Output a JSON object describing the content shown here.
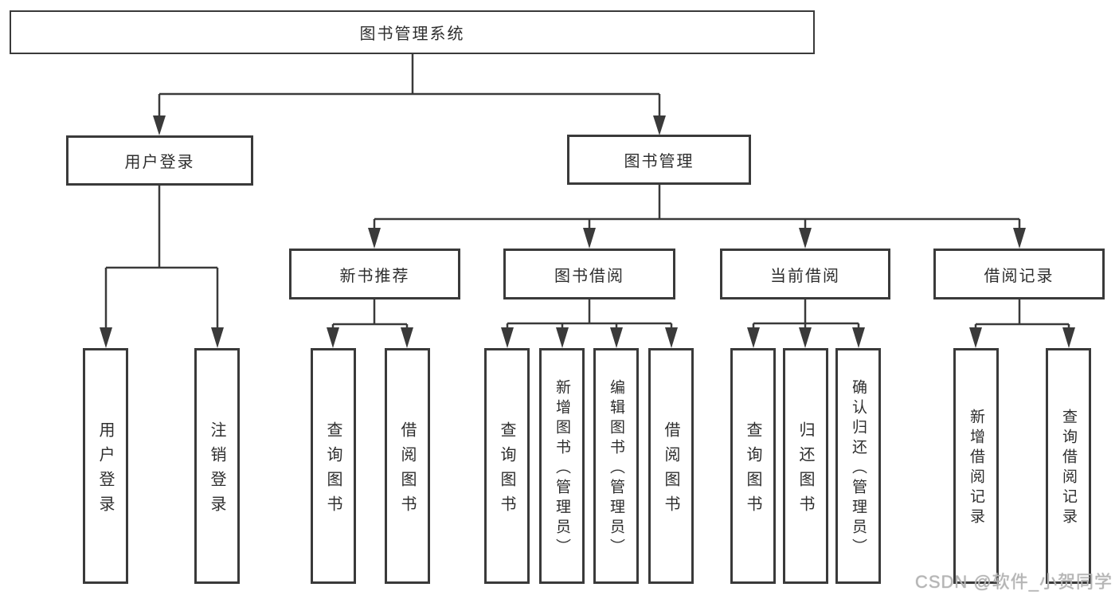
{
  "tree": {
    "root": {
      "label": "图书管理系统"
    },
    "children": [
      {
        "label": "用户登录",
        "children": [
          {
            "label": "用户登录"
          },
          {
            "label": "注销登录"
          }
        ]
      },
      {
        "label": "图书管理",
        "children": [
          {
            "label": "新书推荐",
            "children": [
              {
                "label": "查询图书"
              },
              {
                "label": "借阅图书"
              }
            ]
          },
          {
            "label": "图书借阅",
            "children": [
              {
                "label": "查询图书"
              },
              {
                "label": "新增图书（管理员）"
              },
              {
                "label": "编辑图书（管理员）"
              },
              {
                "label": "借阅图书"
              }
            ]
          },
          {
            "label": "当前借阅",
            "children": [
              {
                "label": "查询图书"
              },
              {
                "label": "归还图书"
              },
              {
                "label": "确认归还（管理员）"
              }
            ]
          },
          {
            "label": "借阅记录",
            "children": [
              {
                "label": "新增借阅记录"
              },
              {
                "label": "查询借阅记录"
              }
            ]
          }
        ]
      }
    ]
  },
  "watermark": {
    "text": "CSDN @软件_小贺同学"
  },
  "colors": {
    "line": "#3a3a3a",
    "box_border": "#3a3a3a",
    "text": "#2e2e2e",
    "watermark": "#b5b5b5",
    "background": "#ffffff"
  }
}
